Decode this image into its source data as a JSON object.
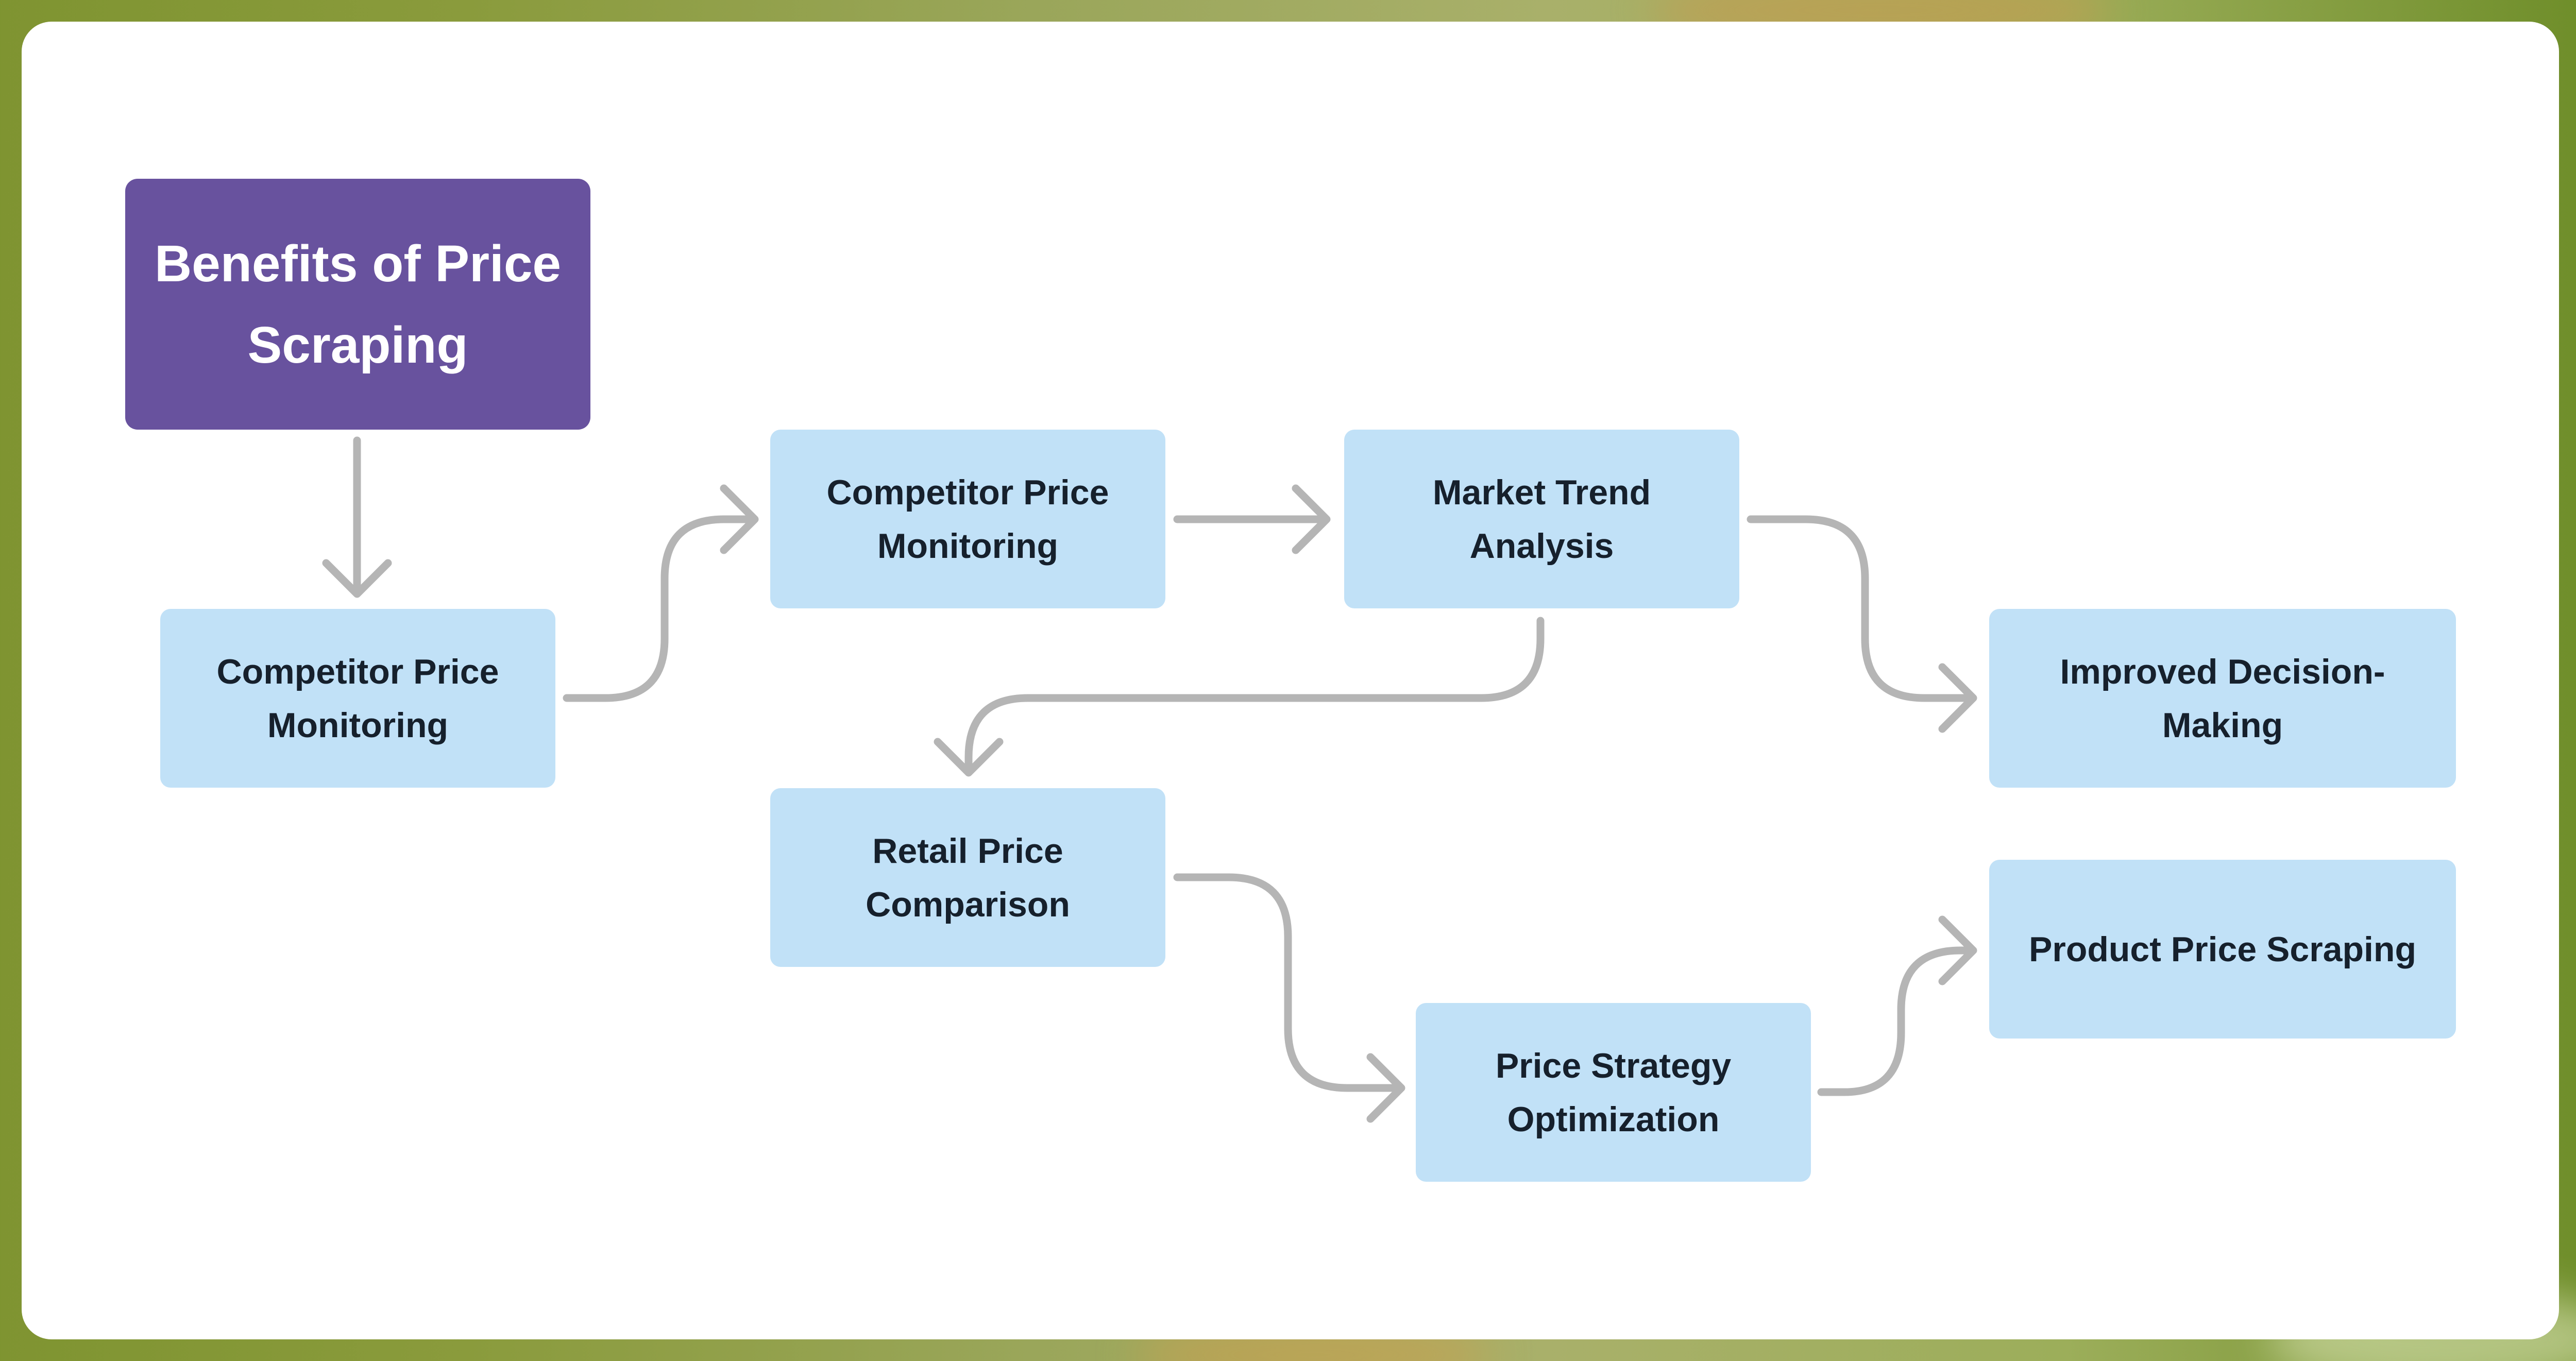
{
  "title": "Benefits of Price Scraping",
  "nodes": {
    "competitor_price_monitoring_1": "Competitor Price Monitoring",
    "competitor_price_monitoring_2": "Competitor Price Monitoring",
    "market_trend_analysis": "Market Trend Analysis",
    "improved_decision_making": "Improved Decision-Making",
    "retail_price_comparison": "Retail Price Comparison",
    "price_strategy_optimization": "Price Strategy Optimization",
    "product_price_scraping": "Product Price Scraping"
  },
  "colors": {
    "title_box": "#68529e",
    "node_box": "#c1e1f7",
    "connector": "#b5b5b5",
    "card": "#ffffff"
  }
}
